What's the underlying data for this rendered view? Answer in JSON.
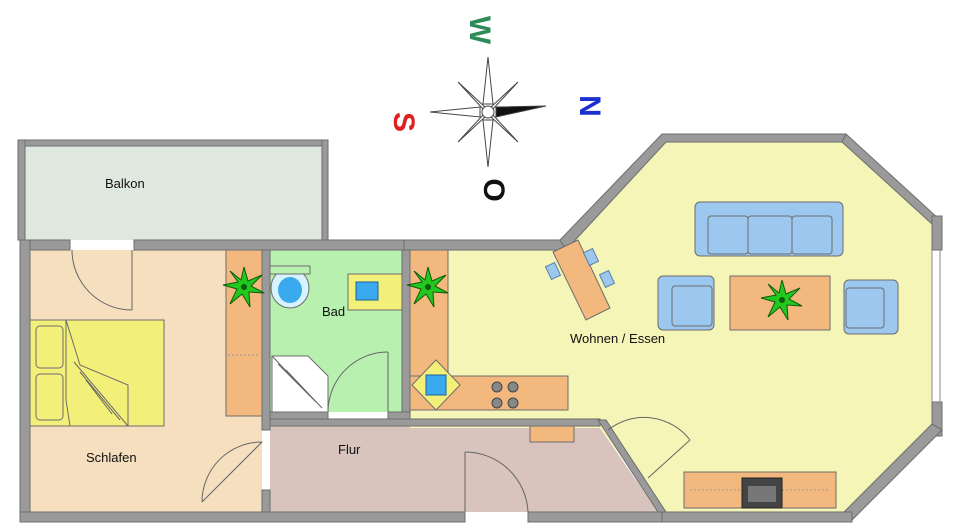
{
  "rooms": {
    "balcony": "Balkon",
    "bedroom": "Schlafen",
    "bathroom": "Bad",
    "hallway": "Flur",
    "living": "Wohnen / Essen"
  },
  "compass": {
    "west": "W",
    "south": "S",
    "north": "N",
    "east": "O"
  },
  "colors": {
    "bedroom_floor": "#f5dfbf",
    "bathroom_floor": "#b8f0b0",
    "hallway_floor": "#d8c3bd",
    "living_floor": "#f5f5b8",
    "balcony_floor": "#dfe8df",
    "wall": "#9a9a9a",
    "furniture_wood": "#f2b87e",
    "sofa_blue": "#9cc8ef",
    "bed_yellow": "#f3f07a",
    "plant_green": "#22c81e",
    "compass_west": "#2e8b57",
    "compass_south": "#e02020",
    "compass_north": "#1c2fd0",
    "compass_east": "#111111"
  },
  "icons": [
    "compass-rose-icon",
    "plant-icon",
    "sink-icon",
    "toilet-icon",
    "stove-icon",
    "shower-icon",
    "fireplace-icon"
  ]
}
